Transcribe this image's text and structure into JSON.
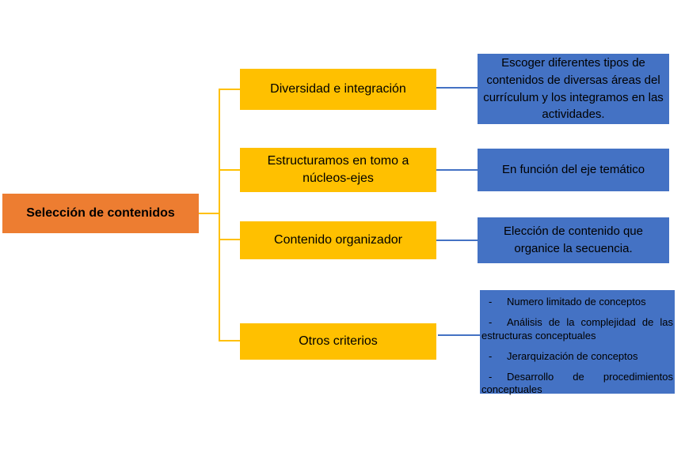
{
  "title": "Selección de contenidos diagram",
  "colors": {
    "background": "#ffffff",
    "orange": "#ED7D31",
    "yellow": "#FFC000",
    "blue": "#4472C4",
    "line-yellow": "#FFC000",
    "line-blue": "#4472C4",
    "text": "#000000"
  },
  "root": {
    "label": "Selección de contenidos"
  },
  "branches": [
    {
      "label": "Diversidad e integración",
      "detail": "Escoger diferentes tipos de contenidos de diversas áreas del currículum y los integramos en las actividades."
    },
    {
      "label": "Estructuramos en tomo a núcleos-ejes",
      "detail": "En función del eje temático"
    },
    {
      "label": "Contenido organizador",
      "detail": "Elección de contenido que organice la secuencia."
    },
    {
      "label": "Otros criterios",
      "detail_list": [
        {
          "bullet": "-",
          "text": "Numero limitado de conceptos"
        },
        {
          "bullet": "-",
          "text": "Análisis de la complejidad de las estructuras conceptuales"
        },
        {
          "bullet": "-",
          "text": "Jerarquización de conceptos"
        },
        {
          "bullet": "-",
          "text": "Desarrollo de procedimientos conceptuales"
        }
      ]
    }
  ]
}
